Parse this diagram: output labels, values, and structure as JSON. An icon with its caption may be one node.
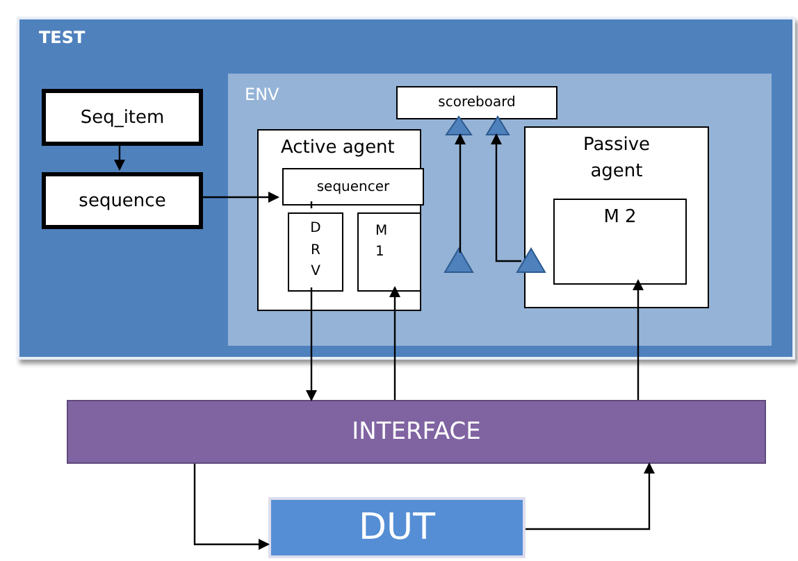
{
  "diagram": {
    "nodes": [
      {
        "text": [
          "TEST"
        ]
      },
      {
        "text": [
          "Seq_item"
        ],
        "in": 0
      },
      {
        "text": [
          "sequence"
        ],
        "in": 0
      },
      {
        "text": [
          "ENV"
        ],
        "in": 0
      },
      {
        "text": [
          "scoreboard"
        ],
        "in": 3
      },
      {
        "text": [
          "Active agent"
        ],
        "in": 3
      },
      {
        "text": [
          "sequencer"
        ],
        "in": 5
      },
      {
        "text": [
          "D R V"
        ],
        "in": 5
      },
      {
        "text": [
          "M 1"
        ],
        "in": 5
      },
      {
        "text": [
          "Passive agent"
        ],
        "in": 3
      },
      {
        "text": [
          "M 2"
        ],
        "in": 9
      },
      {
        "text": [
          "INTERFACE"
        ]
      },
      {
        "text": [
          "DUT"
        ]
      }
    ],
    "edges": [
      {
        "from": 1,
        "to": 2,
        "arrow": "to"
      },
      {
        "from": 2,
        "to": 6,
        "arrow": "to"
      },
      {
        "from": 6,
        "to": 7,
        "arrow": "none"
      },
      {
        "from": 7,
        "to": 11,
        "arrow": "to"
      },
      {
        "from": 11,
        "to": 8,
        "arrow": "to"
      },
      {
        "from": 8,
        "to": 4,
        "arrow": "to"
      },
      {
        "from": 10,
        "to": 4,
        "arrow": "to"
      },
      {
        "from": 11,
        "to": 10,
        "arrow": "to"
      },
      {
        "from": 11,
        "to": 12,
        "arrow": "to"
      },
      {
        "from": 12,
        "to": 11,
        "arrow": "to"
      }
    ]
  }
}
